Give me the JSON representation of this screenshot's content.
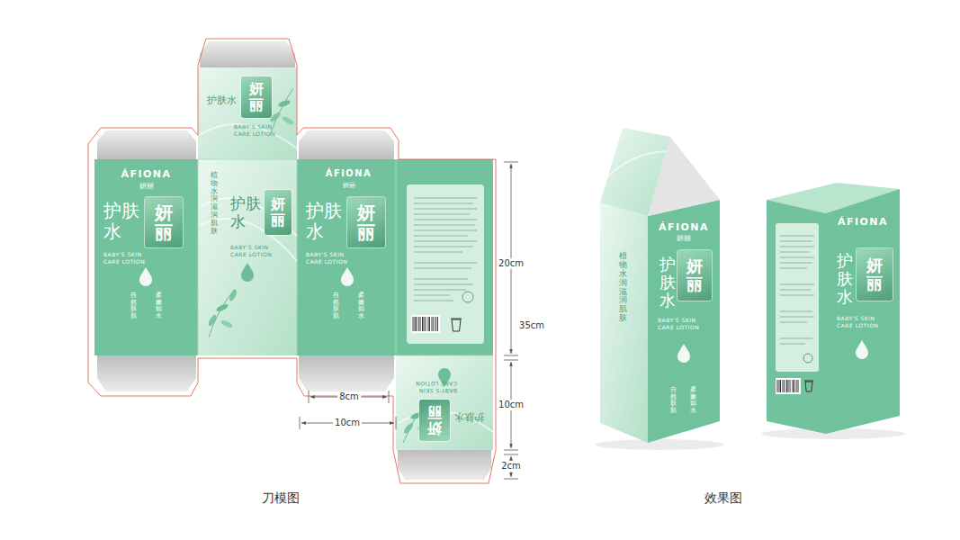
{
  "diagram": {
    "nodes": [
      {
        "text": [
          "护肤水",
          "BABY'S SKIN CARE LOTION"
        ]
      },
      {
        "text": [
          "妍丽"
        ],
        "in": 0
      },
      {
        "text": [
          "ÁFIONA",
          "妍丽",
          "护肤水",
          "BABY'S SKIN CARE LOTION",
          "自然肤肌",
          "柔嫩如水"
        ]
      },
      {
        "text": [
          "妍丽"
        ],
        "in": 2
      },
      {
        "text": [
          "植物水润滋润肌肤",
          "护肤水",
          "BABY'S SKIN CARE LOTION"
        ]
      },
      {
        "text": [
          "妍丽"
        ],
        "in": 4
      },
      {
        "text": [
          "ÁFIONA",
          "妍丽",
          "护肤水",
          "BABY'S SKIN CARE LOTION",
          "自然肤肌",
          "柔嫩如水"
        ]
      },
      {
        "text": [
          "妍丽"
        ],
        "in": 6
      },
      {
        "text": [
          "护肤水",
          "BABY'S SKIN CARE LOTION"
        ]
      },
      {
        "text": [
          "妍丽"
        ],
        "in": 8
      },
      {
        "text": [
          "植物水润滋润肌肤"
        ]
      },
      {
        "text": [
          "ÁFIONA",
          "妍丽",
          "护肤水",
          "BABY'S SKIN CARE LOTION",
          "自然肤肌",
          "柔嫩如水"
        ]
      },
      {
        "text": [
          "妍丽"
        ],
        "in": 11
      },
      {
        "text": [
          "ÁFIONA",
          "护肤水",
          "BABY'S SKIN CARE LOTION"
        ]
      },
      {
        "text": [
          "妍丽"
        ],
        "in": 13
      }
    ],
    "labels": [
      "20cm",
      "35cm",
      "8cm",
      "10cm",
      "10cm",
      "2cm",
      "刀模图",
      "效果图"
    ]
  }
}
